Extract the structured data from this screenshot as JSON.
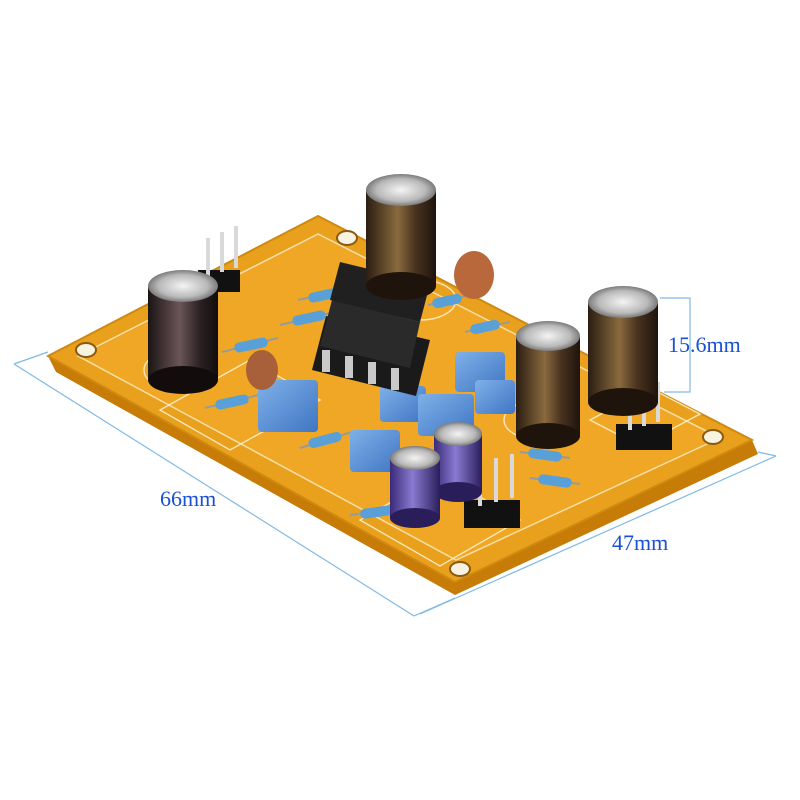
{
  "dimensions": {
    "length": "66mm",
    "width": "47mm",
    "height": "15.6mm"
  },
  "colors": {
    "board": "#e9a01c",
    "board_edge": "#c77c08",
    "silkscreen": "#fff3d6",
    "dimension": "#1a4fd8",
    "dimension_line": "#7fb9e6"
  },
  "components": {
    "electrolytic_capacitors": 6,
    "dip8_opamp": 1,
    "pin_headers": 3
  }
}
